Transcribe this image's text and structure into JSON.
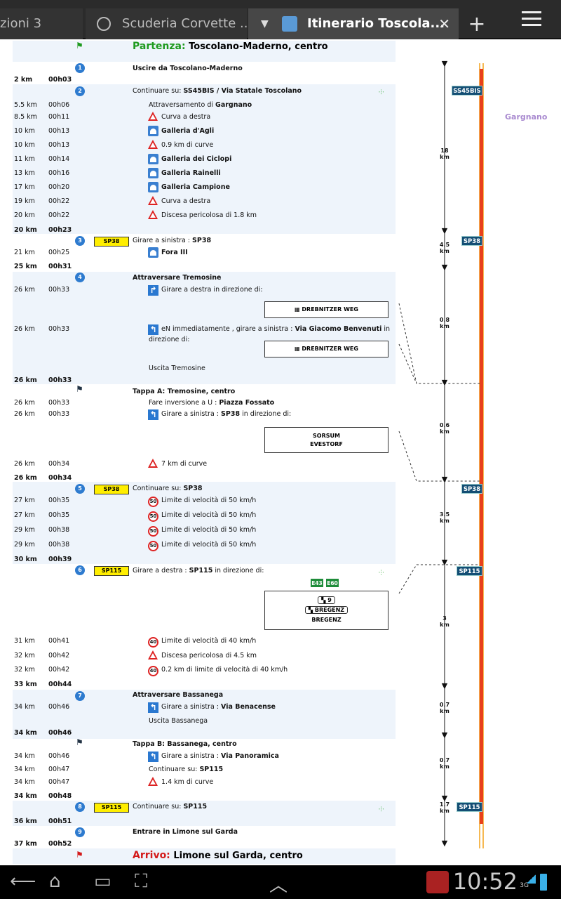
{
  "tabs": [
    {
      "label": "zioni 3"
    },
    {
      "label": "Scuderia Corvette ..."
    },
    {
      "label": "Itinerario Toscola..."
    }
  ],
  "icons": {
    "new_tab": "+",
    "close_tab": "✕",
    "tab_dropdown": "▼"
  },
  "town_label": "Gargnano",
  "start": {
    "prefix": "Partenza:",
    "place": "Toscolano-Maderno, centro"
  },
  "end": {
    "prefix": "Arrivo:",
    "place": "Limone sul Garda, centro"
  },
  "steps": [
    {
      "n": "1",
      "km": "2 km",
      "tm": "00h03",
      "text": "Uscire da Toscolano-Maderno"
    },
    {
      "n": "2",
      "km": "20 km",
      "tm": "00h23",
      "text_pre": "Continuare su:",
      "text_bold": "SS45BIS / Via Statale Toscolano",
      "items": [
        {
          "km": "5.5 km",
          "tm": "00h06",
          "pre": "Attraversamento di",
          "bold": "Gargnano"
        },
        {
          "km": "8.5 km",
          "tm": "00h11",
          "pre": "Curva a destra",
          "bold": ""
        },
        {
          "km": "10 km",
          "tm": "00h13",
          "pre": "",
          "bold": "Galleria d'Agli"
        },
        {
          "km": "10 km",
          "tm": "00h13",
          "pre": "0.9 km di curve",
          "bold": ""
        },
        {
          "km": "11 km",
          "tm": "00h14",
          "pre": "",
          "bold": "Galleria dei Ciclopi"
        },
        {
          "km": "13 km",
          "tm": "00h16",
          "pre": "",
          "bold": "Galleria Rainelli"
        },
        {
          "km": "17 km",
          "tm": "00h20",
          "pre": "",
          "bold": "Galleria Campione"
        },
        {
          "km": "19 km",
          "tm": "00h22",
          "pre": "Curva a destra",
          "bold": ""
        },
        {
          "km": "20 km",
          "tm": "00h22",
          "pre": "Discesa pericolosa di 1.8 km",
          "bold": ""
        }
      ]
    },
    {
      "n": "3",
      "badge": "SP38",
      "km": "25 km",
      "tm": "00h31",
      "text_pre": "Girare a sinistra :",
      "text_bold": "SP38",
      "items": [
        {
          "km": "21 km",
          "tm": "00h25",
          "pre": "",
          "bold": "Fora III"
        }
      ]
    },
    {
      "n": "4",
      "km": "26 km",
      "tm": "00h33",
      "text": "Attraversare Tremosine",
      "items": [
        {
          "km": "26 km",
          "tm": "00h33",
          "pre": "Girare a destra in direzione di:",
          "bold": ""
        },
        {
          "km": "26 km",
          "tm": "00h33",
          "pre": "eN immediatamente , girare a sinistra :",
          "bold": "Via Giacomo Benvenuti",
          "post": "in",
          "line2": "direzione di:"
        },
        {
          "pre": "Uscita Tremosine"
        }
      ],
      "signs": [
        "DREBNITZER WEG",
        "DREBNITZER WEG"
      ]
    },
    {
      "km": "26 km",
      "tm": "00h34",
      "text": "Tappa A: Tremosine, centro",
      "items": [
        {
          "km": "26 km",
          "tm": "00h33",
          "pre": "Fare inversione a U :",
          "bold": "Piazza Fossato"
        },
        {
          "km": "26 km",
          "tm": "00h33",
          "pre": "Girare a sinistra :",
          "bold": "SP38",
          "post": "in direzione di:"
        },
        {
          "km": "26 km",
          "tm": "00h34",
          "pre": "7 km di curve",
          "bold": ""
        }
      ],
      "sign_lines": [
        "SORSUM",
        "EVESTORF"
      ]
    },
    {
      "n": "5",
      "badge": "SP38",
      "km": "30 km",
      "tm": "00h39",
      "text_pre": "Continuare su:",
      "text_bold": "SP38",
      "items": [
        {
          "km": "27 km",
          "tm": "00h35",
          "pre": "Limite di velocità di 50 km/h",
          "speed": "50"
        },
        {
          "km": "27 km",
          "tm": "00h35",
          "pre": "Limite di velocità di 50 km/h",
          "speed": "50"
        },
        {
          "km": "29 km",
          "tm": "00h38",
          "pre": "Limite di velocità di 50 km/h",
          "speed": "50"
        },
        {
          "km": "29 km",
          "tm": "00h38",
          "pre": "Limite di velocità di 50 km/h",
          "speed": "50"
        }
      ]
    },
    {
      "n": "6",
      "badge": "SP115",
      "km": "33 km",
      "tm": "00h44",
      "text_pre": "Girare a destra :",
      "text_bold": "SP115",
      "text_post": "in direzione di:",
      "egreen": [
        "E43",
        "E60"
      ],
      "sign_exit": "9",
      "sign_lines": [
        "BREGENZ",
        "BREGENZ"
      ],
      "items": [
        {
          "km": "31 km",
          "tm": "00h41",
          "pre": "Limite di velocità di 40 km/h",
          "speed": "40"
        },
        {
          "km": "32 km",
          "tm": "00h42",
          "pre": "Discesa pericolosa di 4.5 km"
        },
        {
          "km": "32 km",
          "tm": "00h42",
          "pre": "0.2 km di limite di velocità di 40 km/h",
          "speed": "40"
        }
      ]
    },
    {
      "n": "7",
      "km": "34 km",
      "tm": "00h46",
      "text": "Attraversare Bassanega",
      "items": [
        {
          "km": "34 km",
          "tm": "00h46",
          "pre": "Girare a sinistra :",
          "bold": "Via Benacense"
        },
        {
          "pre": "Uscita Bassanega"
        }
      ]
    },
    {
      "km": "34 km",
      "tm": "00h48",
      "text": "Tappa B: Bassanega, centro",
      "items": [
        {
          "km": "34 km",
          "tm": "00h46",
          "pre": "Girare a sinistra :",
          "bold": "Via Panoramica"
        },
        {
          "km": "34 km",
          "tm": "00h47",
          "pre": "Continuare su:",
          "bold": "SP115"
        },
        {
          "km": "34 km",
          "tm": "00h47",
          "pre": "1.4 km di curve"
        }
      ]
    },
    {
      "n": "8",
      "badge": "SP115",
      "km": "36 km",
      "tm": "00h51",
      "text_pre": "Continuare su:",
      "text_bold": "SP115"
    },
    {
      "n": "9",
      "km": "37 km",
      "tm": "00h52",
      "text": "Entrare in Limone sul Garda"
    }
  ],
  "side_distances": [
    {
      "v": "18",
      "u": "km"
    },
    {
      "v": "4.5",
      "u": "km"
    },
    {
      "v": "0.8",
      "u": "km"
    },
    {
      "v": "0.6",
      "u": "km"
    },
    {
      "v": "3.5",
      "u": "km"
    },
    {
      "v": "3",
      "u": "km"
    },
    {
      "v": "0.7",
      "u": "km"
    },
    {
      "v": "0.7",
      "u": "km"
    },
    {
      "v": "1.7",
      "u": "km"
    }
  ],
  "road_badges": [
    "SS45BIS",
    "SP38",
    "SP38",
    "SP115",
    "SP115"
  ],
  "status": {
    "clock": "10:52",
    "network": "3G"
  },
  "colors": {
    "route_red": "#e8401c",
    "route_orange": "#f3a21a",
    "band": "#eef4fb",
    "start_green": "#1e9a1e",
    "end_red": "#d31a1a"
  }
}
